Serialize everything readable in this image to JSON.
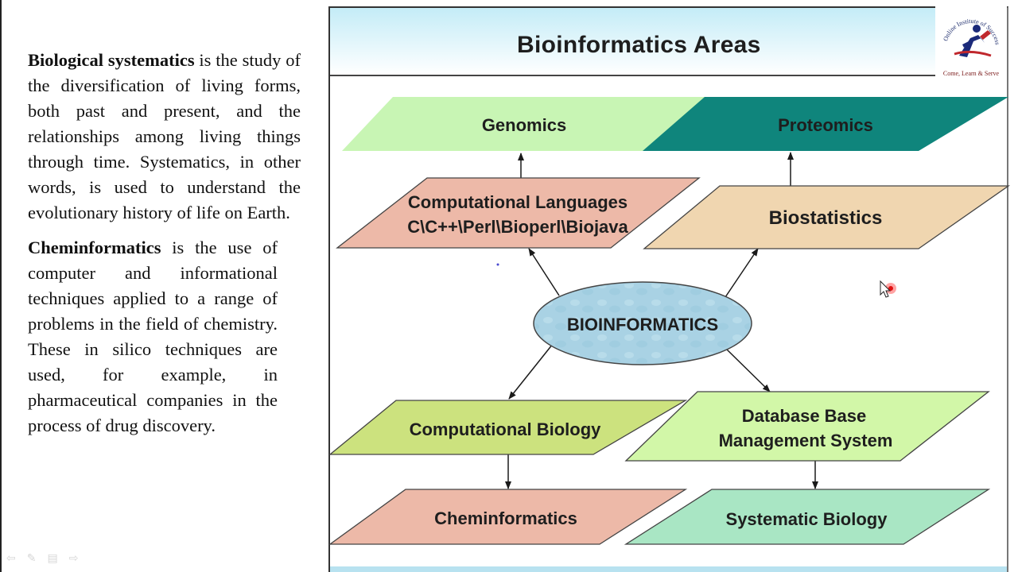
{
  "left_text": {
    "p1_term": "Biological systematics",
    "p1_body": " is the study of the diversification of living forms, both past and present, and the relationships among living things through time. Systematics, in other words, is used to understand the evolutionary history of life on Earth.",
    "p2_term": "Cheminformatics",
    "p2_body": " is the use of computer and informational techniques applied to a range of problems in the field of chemistry. These in silico techniques are used, for example, in pharmaceutical companies in the process of drug discovery."
  },
  "diagram": {
    "title": "Bioinformatics Areas",
    "center": "BIOINFORMATICS",
    "genomics": "Genomics",
    "proteomics": "Proteomics",
    "comp_lang_line1": "Computational Languages",
    "comp_lang_line2": "C\\C++\\Perl\\Bioperl\\Biojava",
    "biostatistics": "Biostatistics",
    "comp_bio": "Computational Biology",
    "dbms_line1": "Database Base",
    "dbms_line2": "Management System",
    "cheminformatics": "Cheminformatics",
    "systematic_bio": "Systematic Biology"
  },
  "logo": {
    "arc_text": "Online Institute of Success",
    "tagline": "Come, Learn & Serve"
  },
  "colors": {
    "genomics": "#c8f5b4",
    "proteomics": "#0f857c",
    "comp_lang": "#edb9a8",
    "biostatistics": "#f0d6b0",
    "center": "#a9d2e4",
    "comp_bio": "#cce27e",
    "dbms": "#d2f7a8",
    "cheminformatics": "#edb9a8",
    "systematic_bio": "#a9e6c4"
  },
  "icons": {
    "prev": "prev-arrow-icon",
    "pen": "pen-icon",
    "menu": "menu-icon",
    "next": "next-arrow-icon",
    "cursor": "mouse-cursor-icon"
  }
}
